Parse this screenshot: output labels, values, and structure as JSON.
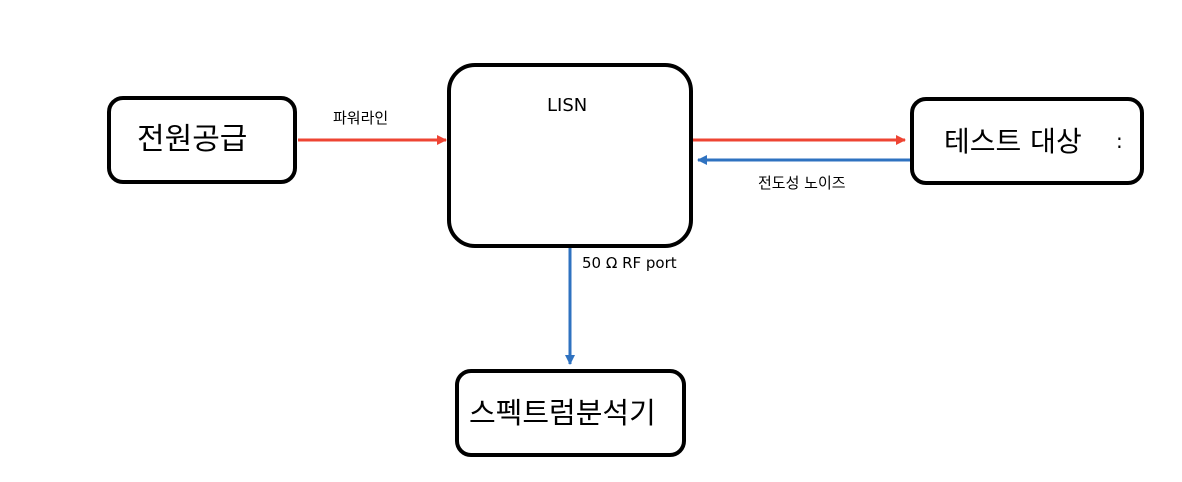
{
  "blocks": {
    "power_supply": "전원공급",
    "lisn": "LISN",
    "dut": "테스트 대상",
    "dut_suffix": ":",
    "spectrum_analyzer": "스펙트럼분석기"
  },
  "labels": {
    "power_line": "파워라인",
    "conducted_noise": "전도성 노이즈",
    "rf_port": "50 Ω RF port"
  },
  "colors": {
    "power_path": "#ee4433",
    "noise_path": "#2f72c0"
  }
}
